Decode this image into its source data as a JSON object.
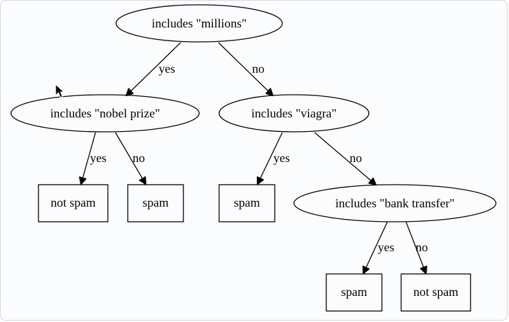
{
  "diagram": {
    "type": "decision-tree",
    "nodes": {
      "root": {
        "label": "includes \"millions\"",
        "shape": "ellipse"
      },
      "nobel": {
        "label": "includes \"nobel prize\"",
        "shape": "ellipse"
      },
      "viagra": {
        "label": "includes \"viagra\"",
        "shape": "ellipse"
      },
      "leaf_not_spam_1": {
        "label": "not spam",
        "shape": "box"
      },
      "leaf_spam_1": {
        "label": "spam",
        "shape": "box"
      },
      "leaf_spam_2": {
        "label": "spam",
        "shape": "box"
      },
      "bank": {
        "label": "includes \"bank transfer\"",
        "shape": "ellipse"
      },
      "leaf_spam_3": {
        "label": "spam",
        "shape": "box"
      },
      "leaf_not_spam_2": {
        "label": "not spam",
        "shape": "box"
      }
    },
    "edges": {
      "root_nobel": {
        "from": "root",
        "to": "nobel",
        "label": "yes"
      },
      "root_viagra": {
        "from": "root",
        "to": "viagra",
        "label": "no"
      },
      "nobel_notspam": {
        "from": "nobel",
        "to": "leaf_not_spam_1",
        "label": "yes"
      },
      "nobel_spam": {
        "from": "nobel",
        "to": "leaf_spam_1",
        "label": "no"
      },
      "viagra_spam": {
        "from": "viagra",
        "to": "leaf_spam_2",
        "label": "yes"
      },
      "viagra_bank": {
        "from": "viagra",
        "to": "bank",
        "label": "no"
      },
      "bank_spam": {
        "from": "bank",
        "to": "leaf_spam_3",
        "label": "yes"
      },
      "bank_notspam": {
        "from": "bank",
        "to": "leaf_not_spam_2",
        "label": "no"
      }
    }
  }
}
